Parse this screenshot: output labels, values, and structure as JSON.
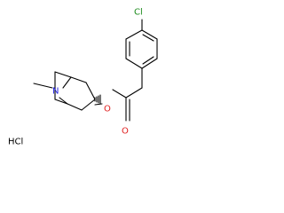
{
  "molecule": {
    "atoms": {
      "chlorine": "Cl",
      "nitrogen": "N",
      "ester_oxygen": "O",
      "carbonyl_oxygen": "O"
    },
    "salt": "HCl"
  },
  "colors": {
    "bond": "#000000",
    "chlorine": "#1a8a1a",
    "nitrogen": "#2020e0",
    "oxygen": "#e02020",
    "salt": "#000000"
  }
}
